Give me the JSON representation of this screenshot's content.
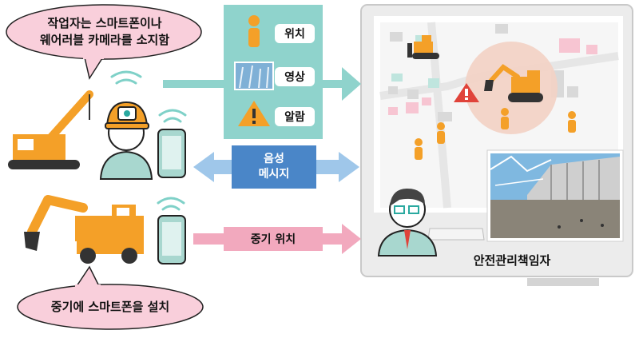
{
  "worker_bubble": {
    "line1": "작업자는 스마트폰이나",
    "line2": "웨어러블 카메라를 소지함"
  },
  "equipment_bubble": {
    "text": "중기에 스마트폰을 설치"
  },
  "info_items": [
    {
      "label": "위치",
      "icon": "person-location-icon"
    },
    {
      "label": "영상",
      "icon": "site-photo-icon"
    },
    {
      "label": "알람",
      "icon": "warning-icon"
    }
  ],
  "voice_message": {
    "line1": "음성",
    "line2": "메시지"
  },
  "equipment_location": {
    "label": "중기 위치"
  },
  "supervisor": {
    "label": "안전관리책임자"
  },
  "colors": {
    "teal": "#8fd3cc",
    "blue_panel": "#4a86c8",
    "light_blue": "#9fc7ea",
    "pink": "#f2a9be",
    "pink_bubble": "#f9cfdb",
    "orange": "#f4a028",
    "monitor_gray": "#dedede"
  }
}
